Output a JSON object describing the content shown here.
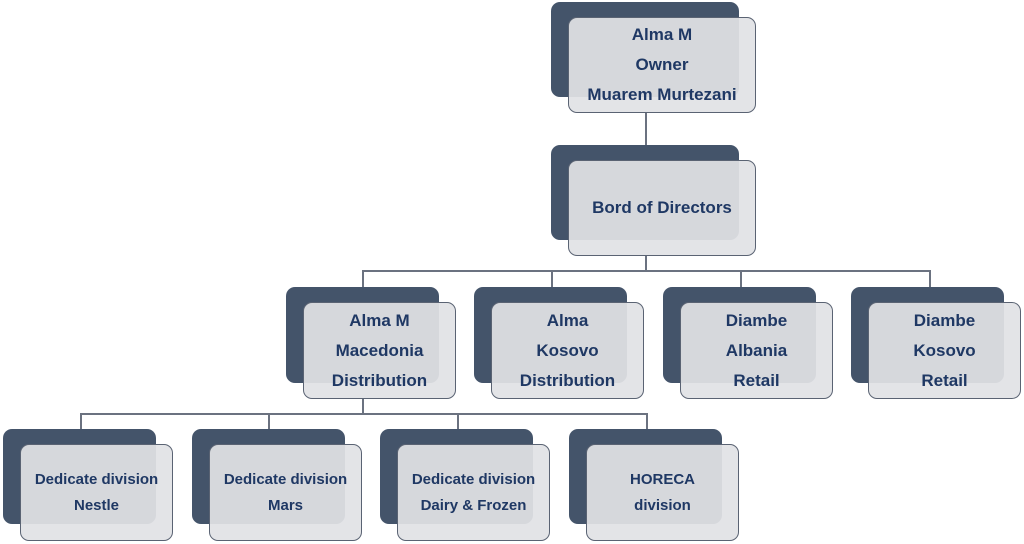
{
  "colors": {
    "dark": "#44546a",
    "light": "#e1e2e5",
    "text": "#1f3864"
  },
  "owner": {
    "lines": [
      "Alma M",
      "Owner",
      "Muarem Murtezani"
    ]
  },
  "board": {
    "lines": [
      "Bord of Directors"
    ]
  },
  "companies": [
    {
      "lines": [
        "Alma M",
        "Macedonia",
        "Distribution"
      ]
    },
    {
      "lines": [
        "Alma",
        "Kosovo",
        "Distribution"
      ]
    },
    {
      "lines": [
        "Diambe",
        "Albania",
        "Retail"
      ]
    },
    {
      "lines": [
        "Diambe",
        "Kosovo",
        "Retail"
      ]
    }
  ],
  "divisions": [
    {
      "lines": [
        "Dedicate division",
        "Nestle"
      ]
    },
    {
      "lines": [
        "Dedicate division",
        "Mars"
      ]
    },
    {
      "lines": [
        "Dedicate division",
        "Dairy & Frozen"
      ]
    },
    {
      "lines": [
        "HORECA",
        "division"
      ]
    }
  ]
}
